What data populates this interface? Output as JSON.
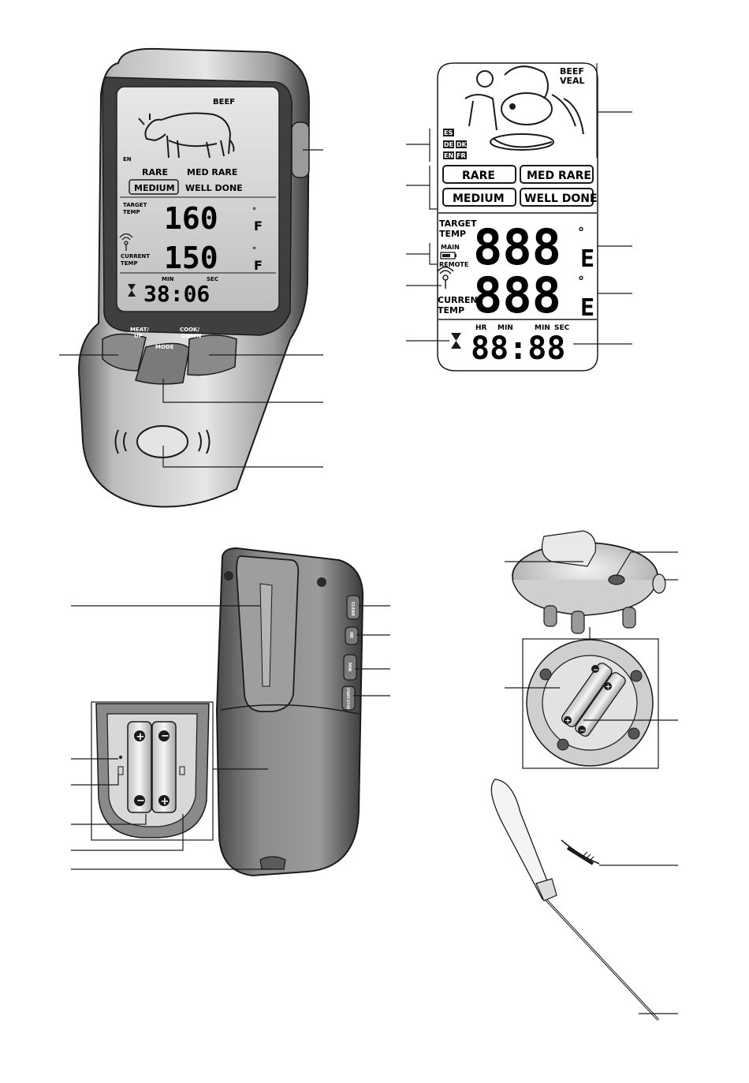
{
  "main_unit": {
    "meat": "BEEF",
    "language": "EN",
    "doneness": {
      "rare": "RARE",
      "med_rare": "MED RARE",
      "medium": "MEDIUM",
      "well_done": "WELL DONE"
    },
    "target_label_1": "TARGET",
    "target_label_2": "TEMP",
    "target_value": "160",
    "target_unit": "F",
    "current_label_1": "CURRENT",
    "current_label_2": "TEMP",
    "current_value": "150",
    "current_unit": "F",
    "timer_min_label": "MIN",
    "timer_sec_label": "SEC",
    "timer_value": "38:06",
    "buttons": {
      "meat_up_1": "MEAT/",
      "meat_up_2": "UP",
      "mode": "MODE",
      "cook_down_1": "COOK/",
      "cook_down_2": "DOWN"
    }
  },
  "lcd_diagram": {
    "meat_1": "BEEF",
    "meat_2": "VEAL",
    "languages": [
      "ES",
      "DE",
      "DK",
      "EN",
      "FR"
    ],
    "doneness": {
      "rare": "RARE",
      "med_rare": "MED RARE",
      "medium": "MEDIUM",
      "well_done": "WELL DONE"
    },
    "target_label_1": "TARGET",
    "target_label_2": "TEMP",
    "target_digits": "888",
    "unit_glyph": "E",
    "battery_main": "MAIN",
    "battery_remote": "REMOTE",
    "current_label_1": "CURRENT",
    "current_label_2": "TEMP",
    "current_digits": "888",
    "timer_labels": [
      "HR",
      "MIN",
      "MIN",
      "SEC"
    ],
    "timer_digits": "88:88"
  },
  "back_unit": {
    "side_buttons": [
      "CLEAR",
      "HR",
      "MIN",
      "START/STOP"
    ]
  },
  "colors": {
    "ink": "#1a1a1a",
    "body_dark": "#6a6a6a",
    "body_light": "#d9d9d9",
    "lcd": "#c9c9c9"
  }
}
